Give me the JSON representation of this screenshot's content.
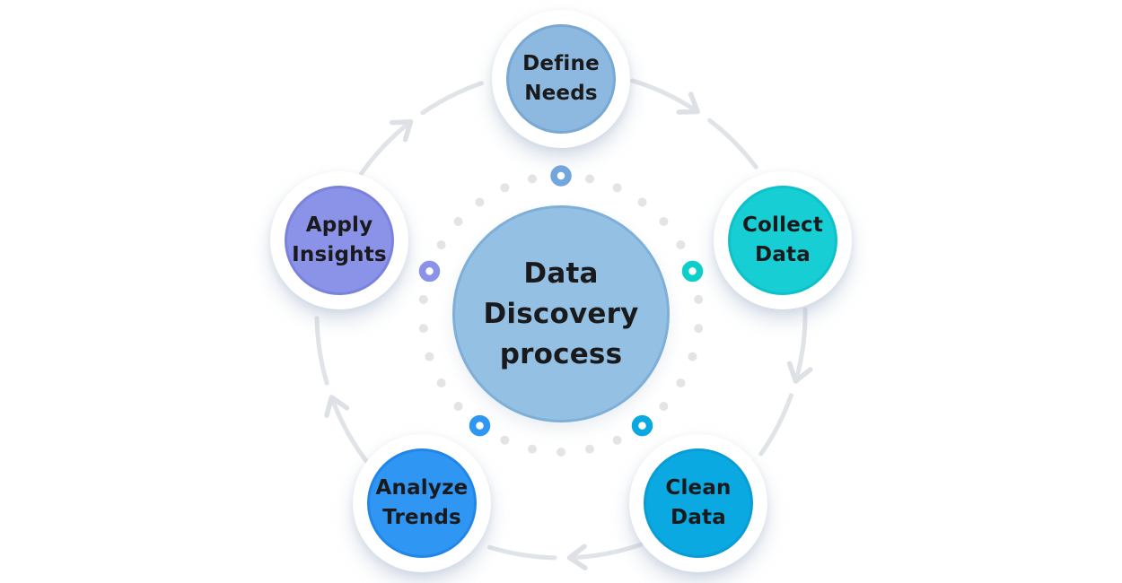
{
  "center": {
    "lines": [
      "Data",
      "Discovery",
      "process"
    ],
    "fill": "#94c0e3",
    "border": "#7eafd9"
  },
  "nodes": [
    {
      "name": "Define Needs",
      "lines": [
        "Define",
        "Needs"
      ],
      "fill": "#8db9e0",
      "border": "#79a9d3",
      "ring_color": "#72a6dd"
    },
    {
      "name": "Collect Data",
      "lines": [
        "Collect",
        "Data"
      ],
      "fill": "#16ced3",
      "border": "#0dc1cb",
      "ring_color": "#0ecfc8"
    },
    {
      "name": "Clean Data",
      "lines": [
        "Clean",
        "Data"
      ],
      "fill": "#0aa9e2",
      "border": "#099dd4",
      "ring_color": "#09a8e0"
    },
    {
      "name": "Analyze Trends",
      "lines": [
        "Analyze",
        "Trends"
      ],
      "fill": "#2f96f3",
      "border": "#2286e8",
      "ring_color": "#2e96f3"
    },
    {
      "name": "Apply Insights",
      "lines": [
        "Apply",
        "Insights"
      ],
      "fill": "#8b93e8",
      "border": "#7a83dc",
      "ring_color": "#8b93e8"
    }
  ],
  "colors": {
    "background": "#ffffff",
    "arc": "#e0e3e7",
    "arrowhead": "#dde0e4",
    "dot": "#e3e4e6",
    "text": "#1a1a1c"
  }
}
